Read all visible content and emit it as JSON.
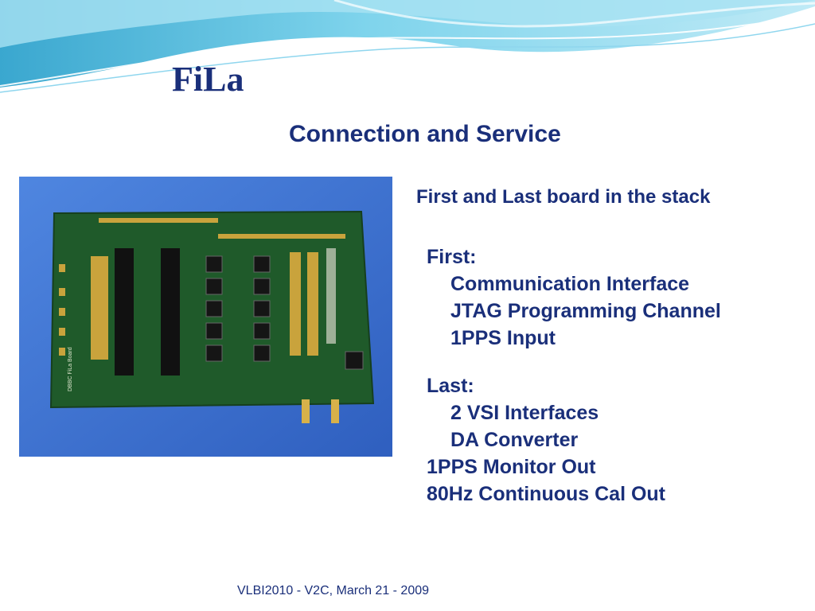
{
  "slide": {
    "title": "FiLa",
    "subtitle": "Connection and Service",
    "photo": {
      "board_label": "DBBC FiLa Board"
    },
    "stack_heading": "First and Last board in the stack",
    "first": {
      "label": "First:",
      "items": [
        "Communication Interface",
        "JTAG Programming Channel",
        "1PPS Input"
      ]
    },
    "last": {
      "label": "Last:",
      "items": [
        "2 VSI Interfaces",
        "DA Converter"
      ]
    },
    "extra_items": [
      "1PPS Monitor Out",
      "80Hz Continuous Cal Out"
    ],
    "footer": "VLBI2010 - V2C, March 21 - 2009"
  },
  "colors": {
    "text": "#1a2f7a",
    "wave_light": "#bfeaf6",
    "wave_mid": "#7fd4ec",
    "wave_dark": "#3aa7cf",
    "photo_background": "#3c6fd1",
    "pcb": "#1f5a2a",
    "gold": "#c9a33c"
  }
}
